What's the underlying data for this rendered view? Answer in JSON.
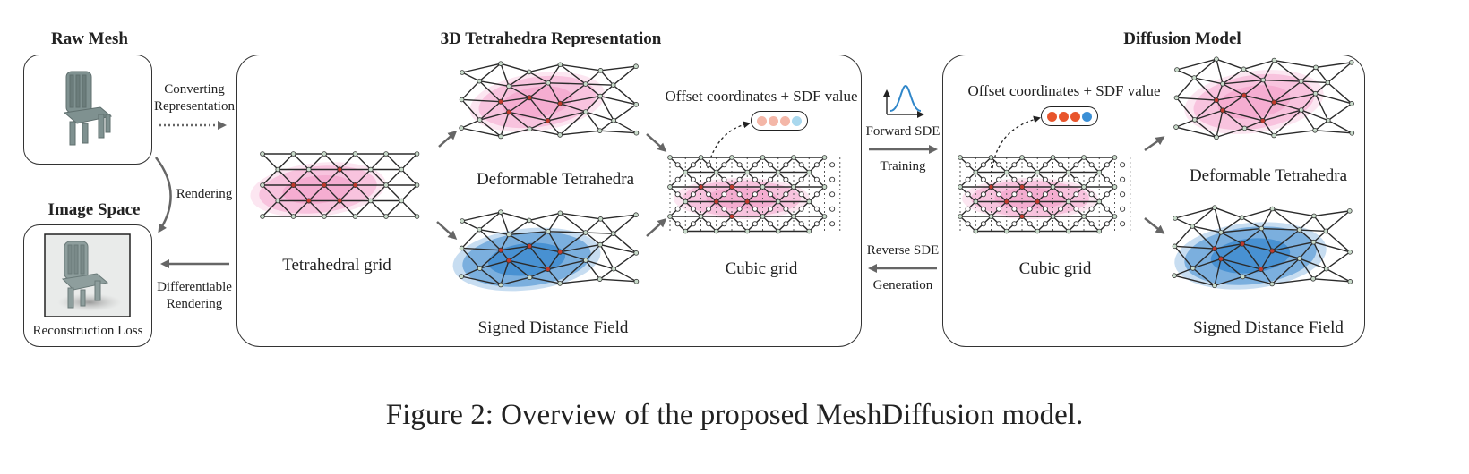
{
  "headers": {
    "raw_mesh": "Raw Mesh",
    "representation": "3D Tetrahedra Representation",
    "diffusion": "Diffusion Model",
    "image_space": "Image Space"
  },
  "labels": {
    "converting": "Converting\nRepresentation",
    "rendering": "Rendering",
    "differentiable": "Differentiable\nRendering",
    "reconstruction_loss": "Reconstruction Loss",
    "tetrahedral_grid": "Tetrahedral grid",
    "deformable_tetrahedra": "Deformable Tetrahedra",
    "signed_distance_field": "Signed Distance Field",
    "cubic_grid": "Cubic grid",
    "offset_sdf_left": "Offset coordinates + SDF value",
    "offset_sdf_right": "Offset coordinates + SDF value",
    "forward_sde": "Forward SDE",
    "training": "Training",
    "reverse_sde": "Reverse SDE",
    "generation": "Generation",
    "deformable_tetrahedra_right": "Deformable Tetrahedra",
    "signed_distance_field_right": "Signed Distance Field",
    "cubic_grid_right": "Cubic grid"
  },
  "caption": "Figure 2: Overview of the proposed MeshDiffusion model.",
  "colors": {
    "panel_border": "#333333",
    "edge": "#2b2b2b",
    "node_fill": "#c9dccb",
    "red_node": "#c0392b",
    "pink_blob": "#f39ac7",
    "blue_blob": "#1f78c8",
    "arrow": "#666666",
    "chair": "#7f9190",
    "token_left": [
      "#f4b7a8",
      "#f4b7a8",
      "#f4b7a8",
      "#a9d8ee"
    ],
    "token_right": [
      "#e8542b",
      "#e8542b",
      "#e8542b",
      "#3a8fd6"
    ]
  }
}
